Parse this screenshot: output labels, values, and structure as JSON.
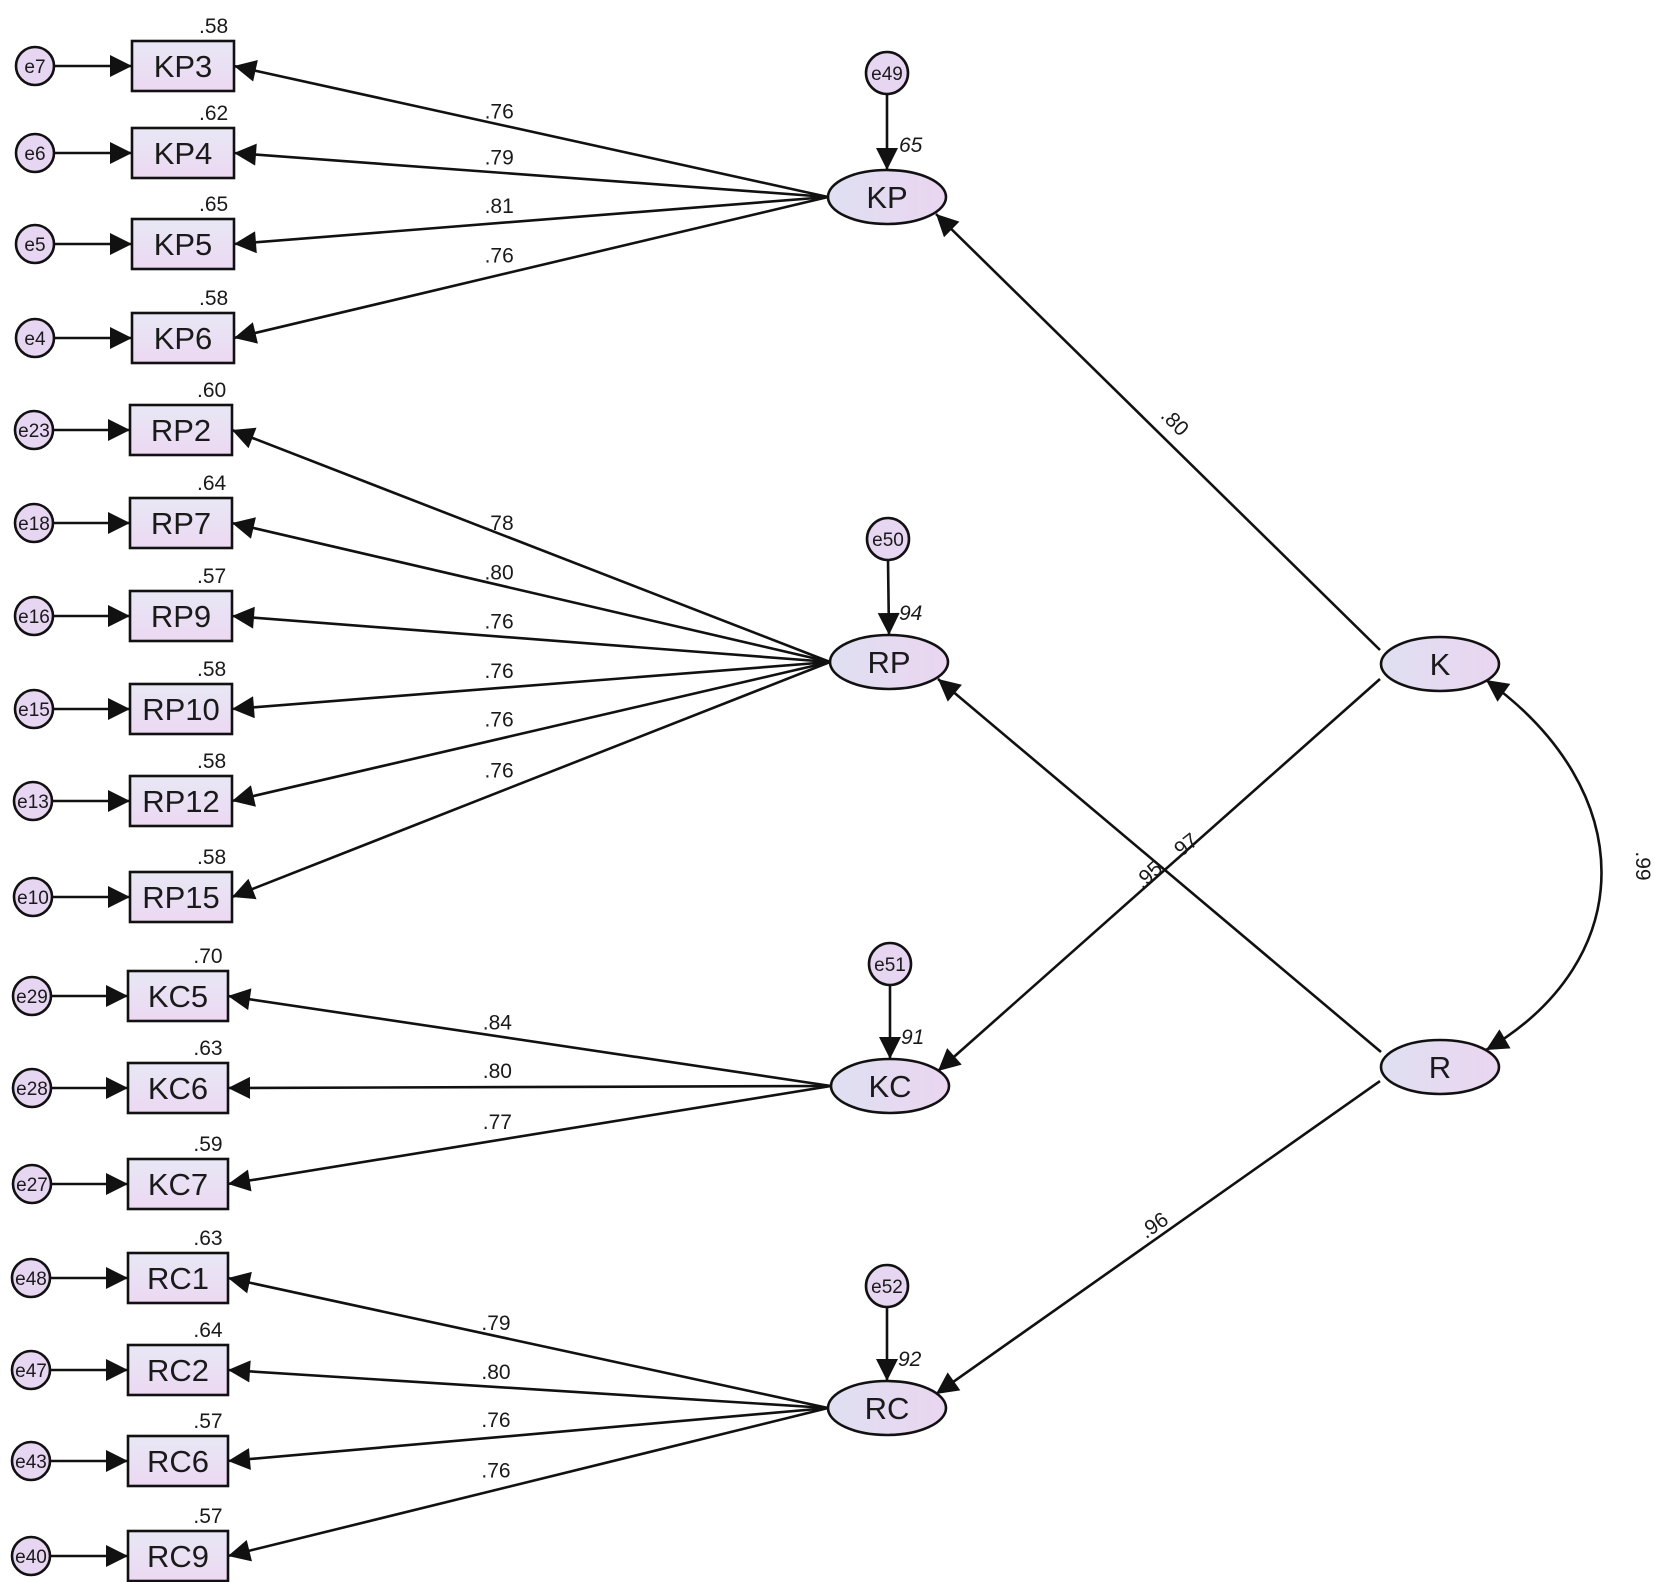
{
  "colors": {
    "box_top": "#e8e8f5",
    "box_bottom": "#ecd8f2",
    "latent_left": "#dfe0f2",
    "latent_right": "#ead5f0",
    "error_fill": "#e6d6f1",
    "stroke": "#111111"
  },
  "indicators": [
    {
      "name": "KP3",
      "error": "e7",
      "r2": ".58",
      "factor": "KP",
      "loading": ".76"
    },
    {
      "name": "KP4",
      "error": "e6",
      "r2": ".62",
      "factor": "KP",
      "loading": ".79"
    },
    {
      "name": "KP5",
      "error": "e5",
      "r2": ".65",
      "factor": "KP",
      "loading": ".81"
    },
    {
      "name": "KP6",
      "error": "e4",
      "r2": ".58",
      "factor": "KP",
      "loading": ".76"
    },
    {
      "name": "RP2",
      "error": "e23",
      "r2": ".60",
      "factor": "RP",
      "loading": ".78"
    },
    {
      "name": "RP7",
      "error": "e18",
      "r2": ".64",
      "factor": "RP",
      "loading": ".80"
    },
    {
      "name": "RP9",
      "error": "e16",
      "r2": ".57",
      "factor": "RP",
      "loading": ".76"
    },
    {
      "name": "RP10",
      "error": "e15",
      "r2": ".58",
      "factor": "RP",
      "loading": ".76"
    },
    {
      "name": "RP12",
      "error": "e13",
      "r2": ".58",
      "factor": "RP",
      "loading": ".76"
    },
    {
      "name": "RP15",
      "error": "e10",
      "r2": ".58",
      "factor": "RP",
      "loading": ".76"
    },
    {
      "name": "KC5",
      "error": "e29",
      "r2": ".70",
      "factor": "KC",
      "loading": ".84"
    },
    {
      "name": "KC6",
      "error": "e28",
      "r2": ".63",
      "factor": "KC",
      "loading": ".80"
    },
    {
      "name": "KC7",
      "error": "e27",
      "r2": ".59",
      "factor": "KC",
      "loading": ".77"
    },
    {
      "name": "RC1",
      "error": "e48",
      "r2": ".63",
      "factor": "RC",
      "loading": ".79"
    },
    {
      "name": "RC2",
      "error": "e47",
      "r2": ".64",
      "factor": "RC",
      "loading": ".80"
    },
    {
      "name": "RC6",
      "error": "e43",
      "r2": ".57",
      "factor": "RC",
      "loading": ".76"
    },
    {
      "name": "RC9",
      "error": "e40",
      "r2": ".57",
      "factor": "RC",
      "loading": ".76"
    }
  ],
  "first_order": [
    {
      "name": "KP",
      "disturbance": "e49",
      "r2": "65",
      "parent": "K",
      "loading": ".80"
    },
    {
      "name": "RP",
      "disturbance": "e50",
      "r2": "94",
      "parent": "R",
      "loading": ".97"
    },
    {
      "name": "KC",
      "disturbance": "e51",
      "r2": "91",
      "parent": "K",
      "loading": ".95"
    },
    {
      "name": "RC",
      "disturbance": "e52",
      "r2": "92",
      "parent": "R",
      "loading": ".96"
    }
  ],
  "second_order": [
    {
      "name": "K"
    },
    {
      "name": "R"
    }
  ],
  "correlation": {
    "from": "K",
    "to": "R",
    "value": ".99"
  }
}
